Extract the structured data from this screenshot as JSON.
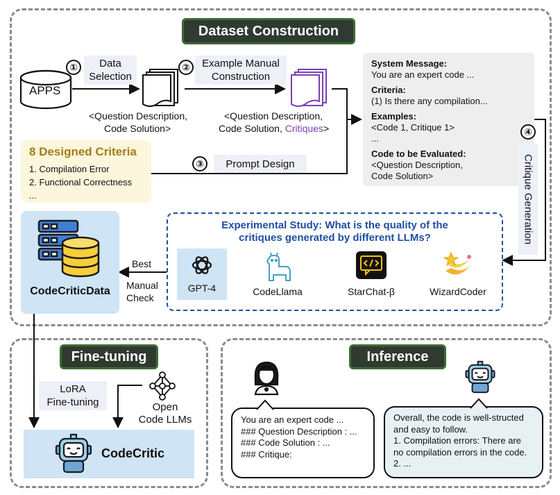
{
  "dataset": {
    "title": "Dataset Construction",
    "apps_label": "APPS",
    "step1": "①",
    "step1_label": "Data\nSelection",
    "step2": "②",
    "step2_label": "Example Manual\nConstruction",
    "step3": "③",
    "step3_label": "Prompt Design",
    "step4": "④",
    "step4_label": "Critique Generation",
    "doc1_caption_1": "<Question Description,",
    "doc1_caption_2": "Code Solution>",
    "doc2_caption_1": "<Question Description,",
    "doc2_caption_2": "Code Solution, ",
    "doc2_caption_critiques": "Critiques",
    "doc2_caption_end": ">",
    "criteria": {
      "title": "8 Designed Criteria",
      "items": [
        "1. Compilation Error",
        "2. Functional Correctness",
        "..."
      ]
    },
    "prompt": {
      "system_head": "System Message:",
      "system_body": "You are an expert code ...",
      "criteria_head": "Criteria:",
      "criteria_body": "(1) Is there any compilation...",
      "examples_head": "Examples:",
      "examples_body_1": "<Code 1, Critique 1>",
      "examples_body_2": "...",
      "eval_head": "Code to be Evaluated:",
      "eval_body_1": "<Question Description,",
      "eval_body_2": "Code Solution>"
    },
    "study": {
      "title_1": "Experimental Study: What is the quality of the",
      "title_2": "critiques generated by different LLMs?",
      "models": [
        "GPT-4",
        "CodeLlama",
        "StarChat-β",
        "WizardCoder"
      ]
    },
    "best_label": "Best",
    "manual_check": "Manual\nCheck",
    "data_name": "CodeCriticData"
  },
  "finetuning": {
    "title": "Fine-tuning",
    "lora": "LoRA\nFine-tuning",
    "open_llms": "Open\nCode LLMs",
    "model_name": "CodeCritic"
  },
  "inference": {
    "title": "Inference",
    "user_msg": [
      "You are an expert code ...",
      "### Question Description : ...",
      "### Code Solution : ...",
      "### Critique:"
    ],
    "bot_msg": [
      "Overall, the code is well-structed",
      "and easy to follow.",
      "1. Compilation errors: There are",
      "no compilation errors in the code.",
      "2. ..."
    ]
  },
  "colors": {
    "title_bg": "#2f3a30",
    "title_border": "#3e6b34",
    "criteria_bg": "#fbf6dc",
    "criteria_title": "#a67c1a",
    "study_title": "#1f4ea3",
    "critiques": "#7a3fb5",
    "data_bg": "#cfe4f4",
    "bot_bubble": "#e7f1f3"
  }
}
